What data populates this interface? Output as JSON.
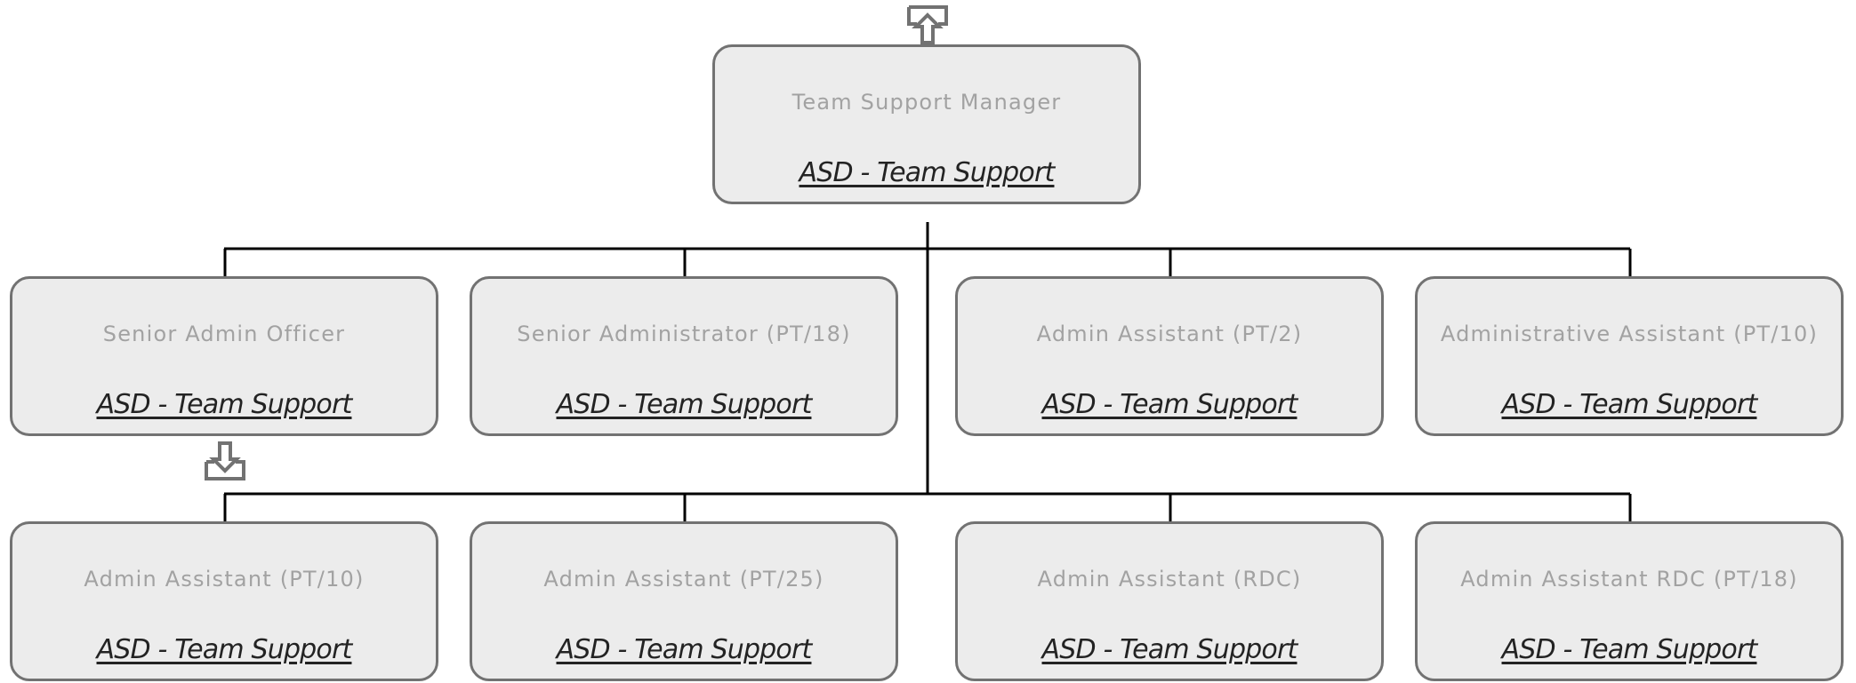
{
  "chart": {
    "manager": {
      "title": "Team Support Manager",
      "department": "ASD - Team Support"
    },
    "reports": [
      {
        "title": "Senior Admin Officer",
        "department": "ASD - Team Support"
      },
      {
        "title": "Senior Administrator (PT/18)",
        "department": "ASD - Team Support"
      },
      {
        "title": "Admin Assistant (PT/2)",
        "department": "ASD - Team Support"
      },
      {
        "title": "Administrative Assistant (PT/10)",
        "department": "ASD - Team Support"
      },
      {
        "title": "Admin Assistant (PT/10)",
        "department": "ASD - Team Support"
      },
      {
        "title": "Admin Assistant (PT/25)",
        "department": "ASD - Team Support"
      },
      {
        "title": "Admin Assistant (RDC)",
        "department": "ASD - Team Support"
      },
      {
        "title": "Admin Assistant RDC (PT/18)",
        "department": "ASD - Team Support"
      }
    ]
  },
  "icons": {
    "up": "navigate-up-icon",
    "down": "expand-down-icon"
  },
  "colors": {
    "node_fill": "#ececec",
    "node_border": "#727272",
    "title_text": "#a2a2a2",
    "department_text": "#232323",
    "connector": "#000000"
  }
}
